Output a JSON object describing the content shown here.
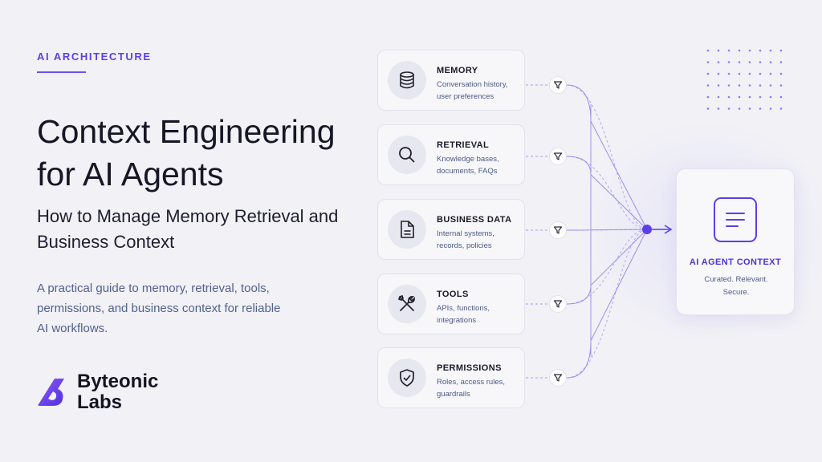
{
  "eyebrow": "AI ARCHITECTURE",
  "title": "Context Engineering for AI Agents",
  "subtitle": "How to Manage Memory Retrieval and Business Context",
  "description": "A practical guide to memory, retrieval, tools, permissions, and business context for reliable AI workflows.",
  "brand": {
    "name": "Byteonic Labs",
    "logo_icon": "byteonic-logo-icon"
  },
  "colors": {
    "accent": "#5b3ee8",
    "text_dark": "#161625",
    "text_muted": "#52618c",
    "background": "#f1f1f6"
  },
  "sources": [
    {
      "title": "MEMORY",
      "description": "Conversation history, user preferences",
      "icon": "database-icon"
    },
    {
      "title": "RETRIEVAL",
      "description": "Knowledge bases, documents, FAQs",
      "icon": "search-icon"
    },
    {
      "title": "BUSINESS DATA",
      "description": "Internal systems, records, policies",
      "icon": "document-icon"
    },
    {
      "title": "TOOLS",
      "description": "APIs, functions, integrations",
      "icon": "tools-icon"
    },
    {
      "title": "PERMISSIONS",
      "description": "Roles, access rules, guardrails",
      "icon": "shield-icon"
    }
  ],
  "filter_icon": "filter-icon",
  "agent": {
    "title": "AI AGENT CONTEXT",
    "subtitle": "Curated. Relevant. Secure.",
    "icon": "context-list-icon"
  }
}
